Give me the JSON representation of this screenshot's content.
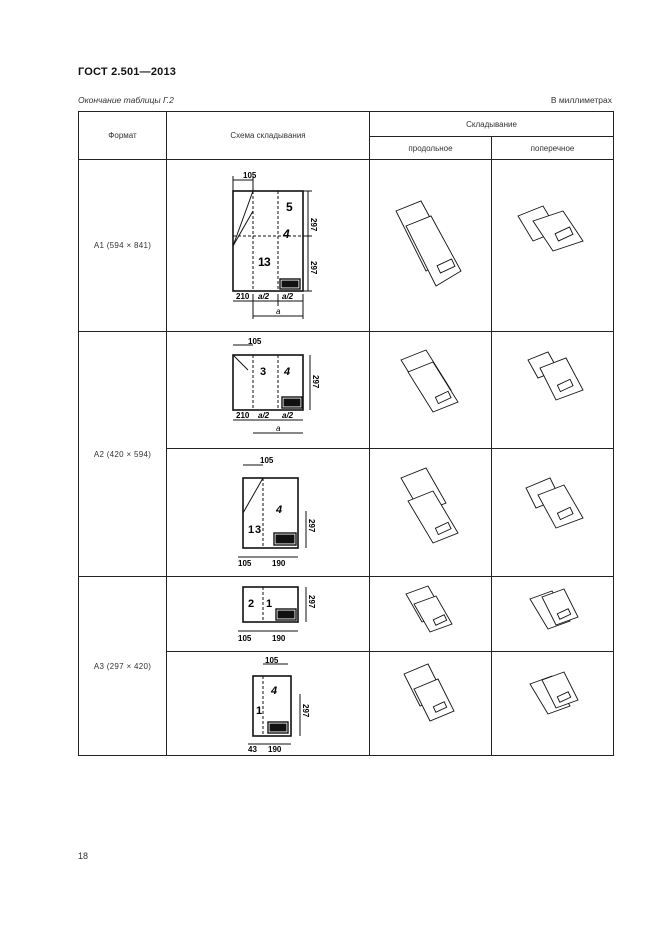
{
  "header": {
    "title": "ГОСТ 2.501—2013"
  },
  "caption": {
    "left": "Окончание таблицы Г.2",
    "right": "В миллиметрах"
  },
  "table": {
    "col_format": "Формат",
    "col_scheme": "Схема складывания",
    "col_folding": "Складывание",
    "col_longitudinal": "продольное",
    "col_transverse": "поперечное"
  },
  "rows": [
    {
      "format": "А1 (594 × 841)",
      "scheme": {
        "top": "105",
        "bottom": [
          "210",
          "a/2",
          "a/2"
        ],
        "right": [
          "297",
          "297"
        ],
        "under": "a",
        "digits": [
          "5",
          "4",
          "1",
          "3"
        ]
      }
    },
    {
      "format": "А2 (420 × 594)",
      "schemes": [
        {
          "top": "105",
          "bottom": [
            "210",
            "a/2",
            "a/2"
          ],
          "right": [
            "297"
          ],
          "under": "a",
          "digits": [
            "3",
            "4"
          ]
        },
        {
          "top": "105",
          "bottom": [
            "105",
            "190"
          ],
          "right": [
            "297"
          ],
          "digits": [
            "4",
            "1",
            "3"
          ]
        }
      ]
    },
    {
      "format": "А3 (297 × 420)",
      "schemes": [
        {
          "bottom": [
            "105",
            "190"
          ],
          "right": [
            "297"
          ],
          "digits": [
            "2",
            "1"
          ]
        },
        {
          "top": "105",
          "bottom": [
            "43",
            "190"
          ],
          "right": [
            "297"
          ],
          "digits": [
            "4",
            "1"
          ]
        }
      ]
    }
  ],
  "page": {
    "number": "18"
  }
}
